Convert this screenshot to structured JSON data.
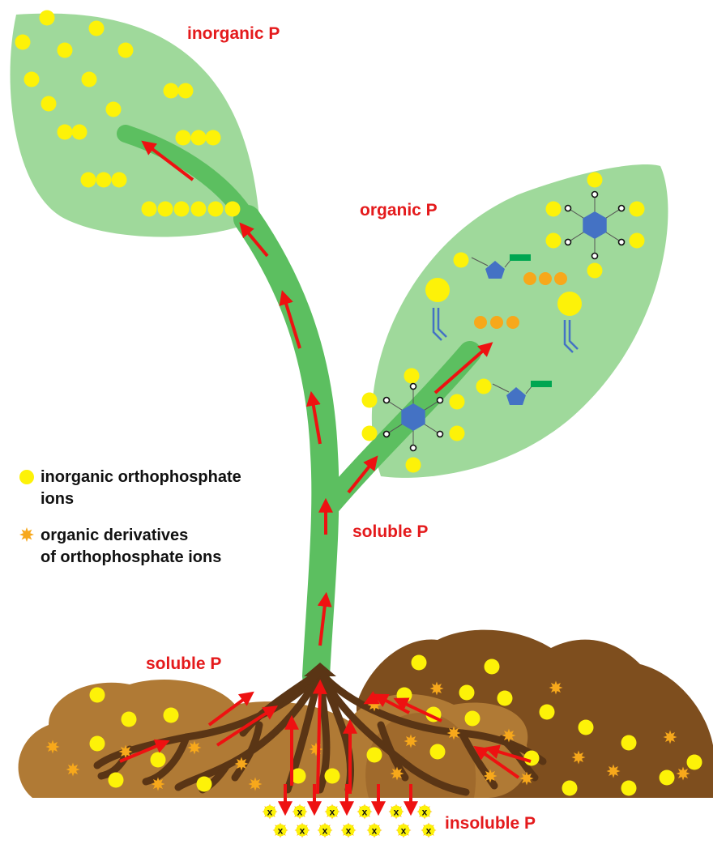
{
  "labels": {
    "inorganic_p": "inorganic P",
    "organic_p": "organic P",
    "soluble_p_stem": "soluble P",
    "soluble_p_soil": "soluble P",
    "insoluble_p": "insoluble P"
  },
  "legend": {
    "inorganic_line1": "inorganic orthophosphate",
    "inorganic_line2": "ions",
    "organic_line1": "organic derivatives",
    "organic_line2": "of orthophosphate ions"
  },
  "insoluble_marker": "x",
  "colors": {
    "leaf": "#9fd99b",
    "stem": "#5cbf60",
    "arrow": "#ee1111",
    "inorganic_ion": "#fdf208",
    "organic_ion": "#f7a81b",
    "soil_light": "#b07a35",
    "soil_dark": "#7e4e1e",
    "root": "#5a3515",
    "hexagon": "#4472c4",
    "nucleotide_base": "#00a651",
    "label_red": "#e41a1c"
  }
}
